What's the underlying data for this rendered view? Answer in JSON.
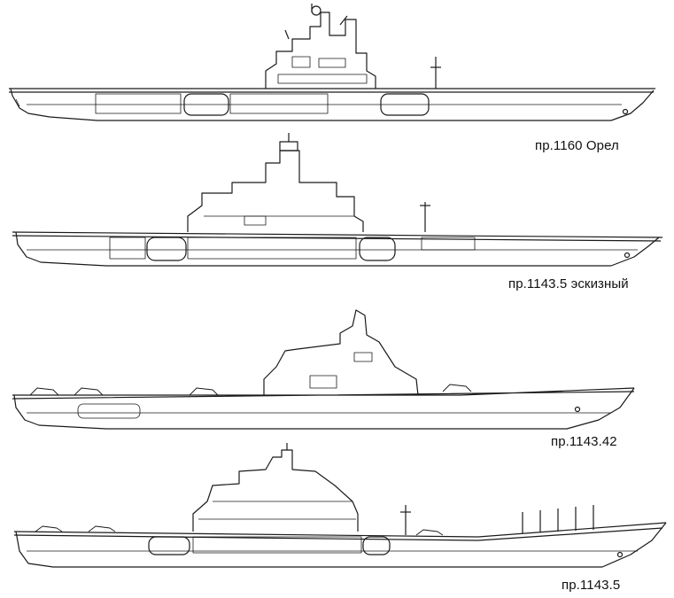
{
  "ships": [
    {
      "caption": "пр.1160 Орел"
    },
    {
      "caption": "пр.1143.5 эскизный"
    },
    {
      "caption": "пр.1143.42"
    },
    {
      "caption": "пр.1143.5"
    }
  ],
  "colors": {
    "line": "#1a1a1a",
    "background": "#ffffff"
  }
}
